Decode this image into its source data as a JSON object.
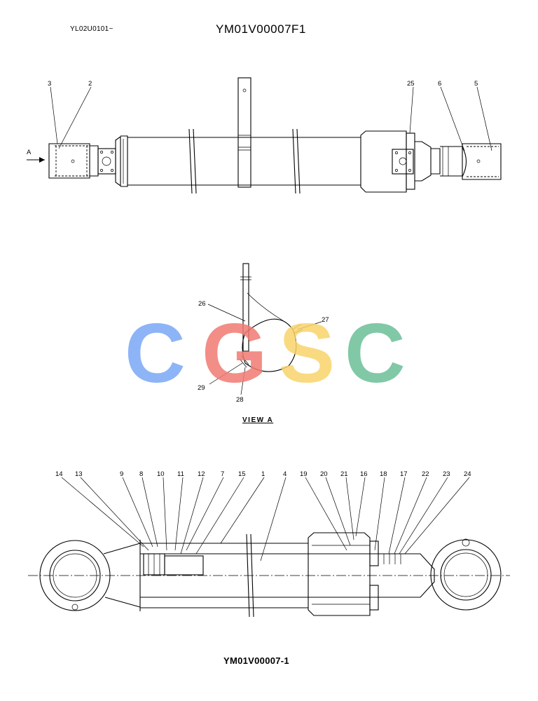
{
  "serial_range": "YL02U0101~",
  "drawing_number": "YM01V00007F1",
  "footer_number": "YM01V00007-1",
  "view_label": "VIEW  A",
  "arrow_label": "A",
  "watermark": {
    "letters": [
      "C",
      "G",
      "S",
      "C"
    ],
    "colors": [
      "#7aa7f5",
      "#f07b73",
      "#f9d46a",
      "#6cbf98"
    ]
  },
  "callouts": {
    "top": [
      "3",
      "2",
      "25",
      "6",
      "5"
    ],
    "view": [
      "26",
      "27",
      "29",
      "28"
    ],
    "bottom": [
      "14",
      "13",
      "9",
      "8",
      "10",
      "11",
      "12",
      "7",
      "15",
      "1",
      "4",
      "19",
      "20",
      "21",
      "16",
      "18",
      "17",
      "22",
      "23",
      "24"
    ]
  }
}
